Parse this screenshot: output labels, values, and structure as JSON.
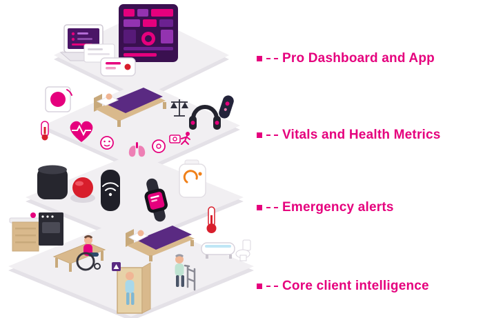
{
  "labels": [
    {
      "text": "Pro Dashboard and App"
    },
    {
      "text": "Vitals and Health Metrics"
    },
    {
      "text": "Emergency alerts"
    },
    {
      "text": "Core client intelligence"
    }
  ],
  "colors": {
    "accent": "#e5007d",
    "deep-purple": "#3a1050",
    "blanket-purple": "#5a2a82",
    "alert-red": "#d81e2c",
    "wood-tan": "#d9b98c",
    "platform-gray": "#f1eff2"
  }
}
